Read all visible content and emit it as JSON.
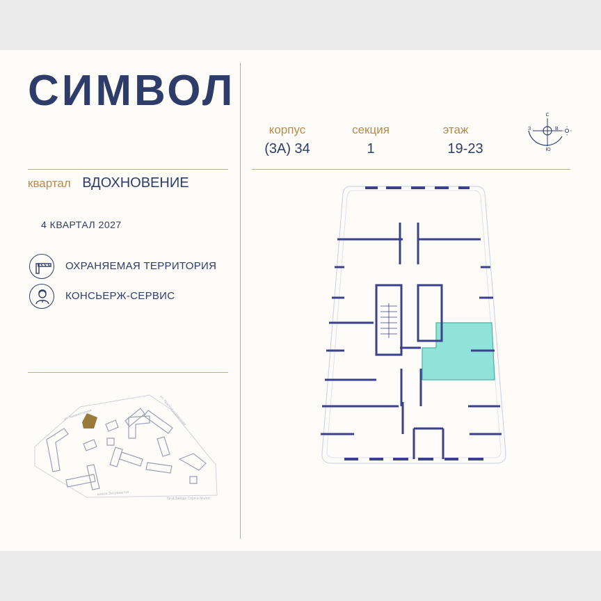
{
  "brand": {
    "name": "СИМВОЛ"
  },
  "district": {
    "label": "квартал",
    "value": "ВДОХНОВЕНИЕ"
  },
  "delivery": "4 КВАРТАЛ 2027",
  "features": [
    {
      "icon": "barrier-gate-icon",
      "label": "ОХРАНЯЕМАЯ ТЕРРИТОРИЯ"
    },
    {
      "icon": "concierge-icon",
      "label": "КОНСЬЕРЖ-СЕРВИС"
    }
  ],
  "building": {
    "corpus": {
      "label": "корпус",
      "value": "(3А) 34"
    },
    "section": {
      "label": "секция",
      "value": "1"
    },
    "floor": {
      "label": "этаж",
      "value": "19-23"
    }
  },
  "compass": {
    "north": "С",
    "east": "В",
    "west": "З",
    "south": "Ю",
    "icon": "compass-icon"
  },
  "site_plan": {
    "streets": [
      "ул. Авиамоторная",
      "ул. Красноказарменная",
      "пр-д Завода Серп и Молот",
      "шоссе Энтузиастов"
    ]
  },
  "colors": {
    "navy": "#2d3c69",
    "gold": "#b7894a",
    "highlight": "#8fe3d8",
    "background": "#fdfcf9",
    "outer": "#ececec"
  }
}
